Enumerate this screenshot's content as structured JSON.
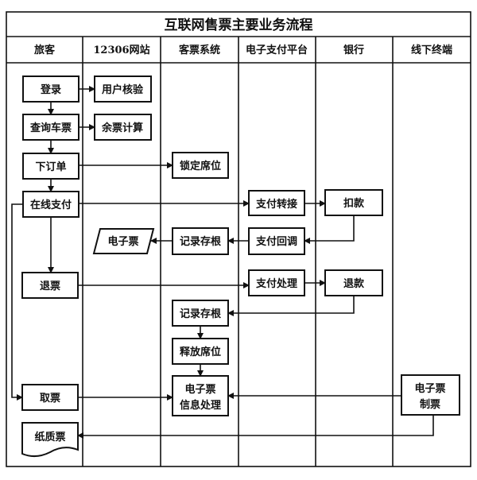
{
  "title": "互联网售票主要业务流程",
  "lanes": [
    "旅客",
    "12306网站",
    "客票系统",
    "电子支付平台",
    "银行",
    "线下终端"
  ],
  "nodes": {
    "login": "登录",
    "user_verify": "用户核验",
    "query_ticket": "查询车票",
    "remaining_calc": "余票计算",
    "place_order": "下订单",
    "lock_seat": "锁定席位",
    "online_pay": "在线支付",
    "pay_transfer": "支付转接",
    "deduct": "扣款",
    "e_ticket": "电子票",
    "record_stub_1": "记录存根",
    "pay_callback": "支付回调",
    "refund_ticket": "退票",
    "pay_process": "支付处理",
    "refund_money": "退款",
    "record_stub_2": "记录存根",
    "release_seat": "释放席位",
    "e_ticket_info_1": "电子票",
    "e_ticket_info_2": "信息处理",
    "collect_ticket": "取票",
    "e_ticket_make_1": "电子票",
    "e_ticket_make_2": "制票",
    "paper_ticket": "纸质票"
  }
}
